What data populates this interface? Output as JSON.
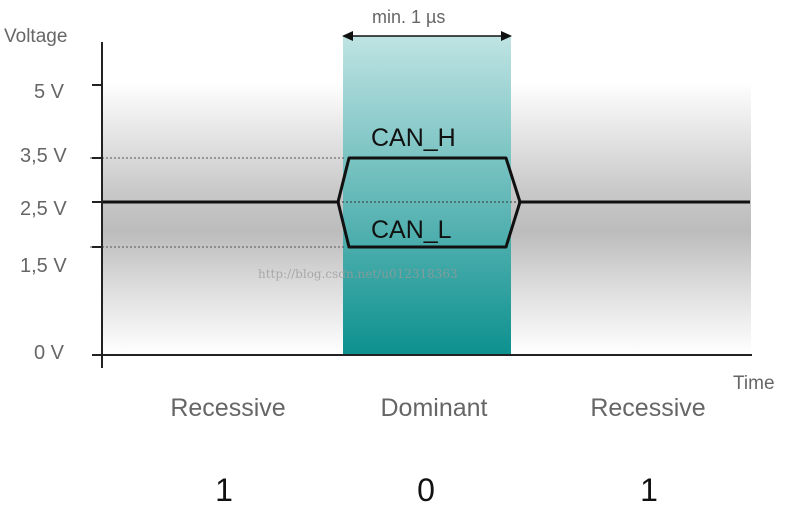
{
  "axes": {
    "y_label": "Voltage",
    "x_label": "Time",
    "ticks": [
      {
        "label": "5 V",
        "volts": 5.0
      },
      {
        "label": "3,5 V",
        "volts": 3.5
      },
      {
        "label": "2,5 V",
        "volts": 2.5
      },
      {
        "label": "1,5 V",
        "volts": 1.5
      },
      {
        "label": "0 V",
        "volts": 0.0
      }
    ]
  },
  "timing": {
    "min_bit_time": "min. 1 µs"
  },
  "signals": {
    "high": "CAN_H",
    "low": "CAN_L"
  },
  "states": [
    {
      "label": "Recessive",
      "bit": "1"
    },
    {
      "label": "Dominant",
      "bit": "0"
    },
    {
      "label": "Recessive",
      "bit": "1"
    }
  ],
  "watermark": "http://blog.csdn.net/u012318363",
  "colors": {
    "dominant_top": "#bfe3e3",
    "dominant_bottom": "#0d918f",
    "axis": "#222222",
    "signal": "#111111",
    "label_gray": "#666666"
  }
}
